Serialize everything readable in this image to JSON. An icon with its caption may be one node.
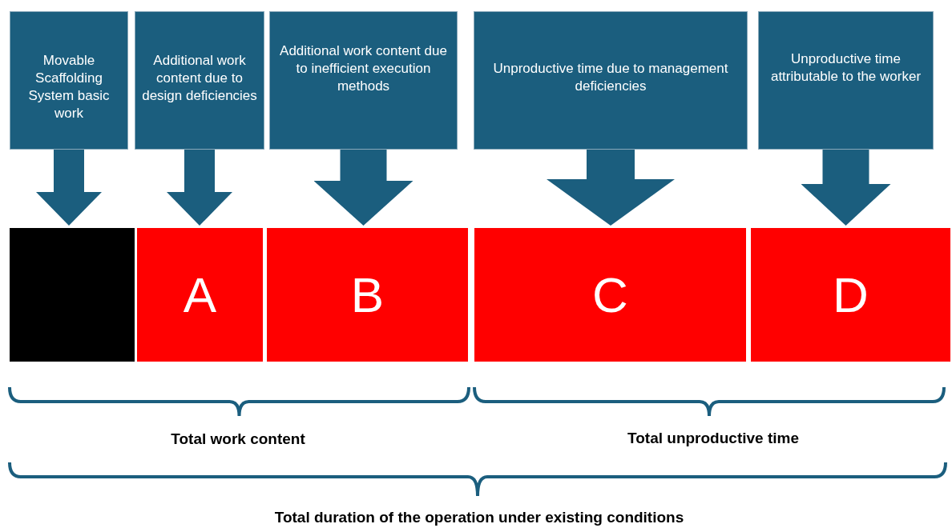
{
  "diagram": {
    "nodes": [
      {
        "text": [
          "Movable Scaffolding System basic work"
        ]
      },
      {
        "text": [
          "Additional work content due to design deficiencies"
        ]
      },
      {
        "text": [
          "Additional work content due to inefficient execution methods"
        ]
      },
      {
        "text": [
          "Unproductive time due to management deficiencies"
        ]
      },
      {
        "text": [
          "Unproductive time attributable to the worker"
        ]
      },
      {
        "text": [],
        "shape": "bar"
      },
      {
        "text": [
          "A"
        ]
      },
      {
        "text": [
          "B"
        ]
      },
      {
        "text": [
          "C"
        ]
      },
      {
        "text": [
          "D"
        ]
      }
    ],
    "edges": [
      {
        "from": 0,
        "to": 5,
        "arrow": "to"
      },
      {
        "from": 1,
        "to": 6,
        "arrow": "to"
      },
      {
        "from": 2,
        "to": 7,
        "arrow": "to"
      },
      {
        "from": 3,
        "to": 8,
        "arrow": "to"
      },
      {
        "from": 4,
        "to": 9,
        "arrow": "to"
      }
    ],
    "labels": [
      "Total work content",
      "Total unproductive time",
      "Total duration of the operation under existing conditions"
    ]
  }
}
